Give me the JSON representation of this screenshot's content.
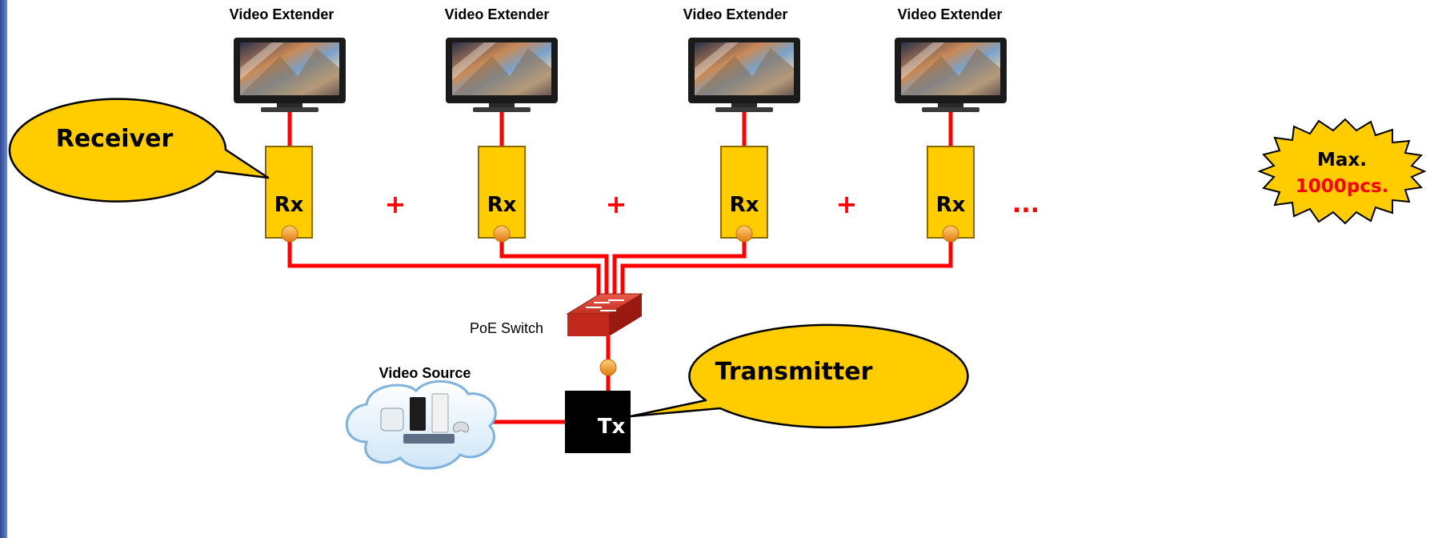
{
  "receivers": [
    {
      "extender_label": "Video Extender",
      "rx_label": "Rx"
    },
    {
      "extender_label": "Video Extender",
      "rx_label": "Rx"
    },
    {
      "extender_label": "Video Extender",
      "rx_label": "Rx"
    },
    {
      "extender_label": "Video Extender",
      "rx_label": "Rx"
    }
  ],
  "plus_signs": [
    "+",
    "+",
    "+"
  ],
  "ellipsis": "...",
  "receiver_callout": "Receiver",
  "transmitter_callout": "Transmitter",
  "max_badge": {
    "line1": "Max.",
    "line2": "1000pcs."
  },
  "switch_label": "PoE Switch",
  "source_label": "Video Source",
  "tx_label": "Tx",
  "colors": {
    "accent_yellow": "#ffcc00",
    "cable_red": "#ff0000",
    "left_bar_blue": "#3f5ea8",
    "max_count_red": "#ff0000"
  }
}
